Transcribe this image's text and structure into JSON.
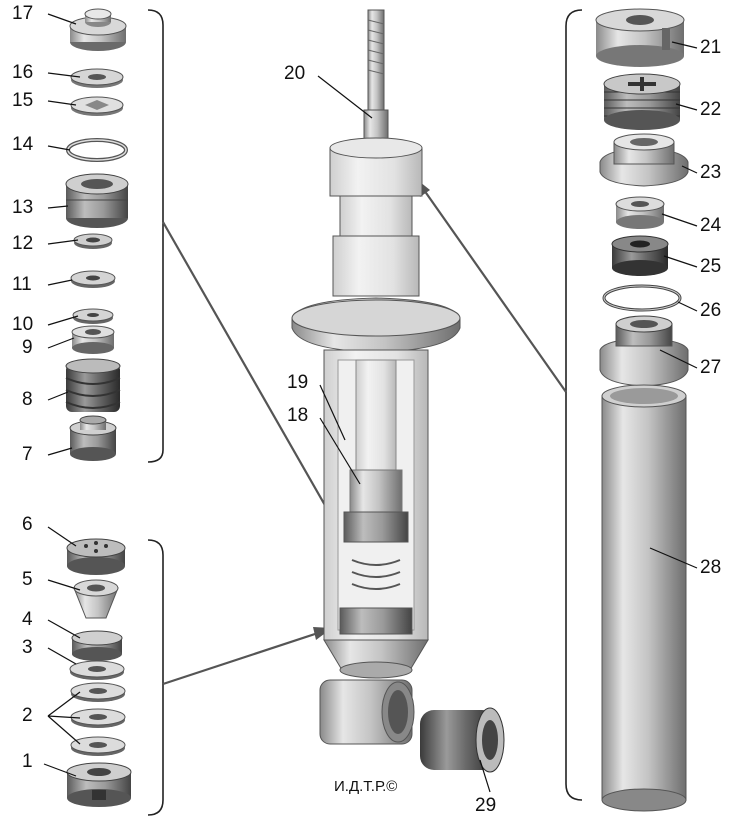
{
  "labels": {
    "p1": "1",
    "p2": "2",
    "p3": "3",
    "p4": "4",
    "p5": "5",
    "p6": "6",
    "p7": "7",
    "p8": "8",
    "p9": "9",
    "p10": "10",
    "p11": "11",
    "p12": "12",
    "p13": "13",
    "p14": "14",
    "p15": "15",
    "p16": "16",
    "p17": "17",
    "p18": "18",
    "p19": "19",
    "p20": "20",
    "p21": "21",
    "p22": "22",
    "p23": "23",
    "p24": "24",
    "p25": "25",
    "p26": "26",
    "p27": "27",
    "p28": "28",
    "p29": "29"
  },
  "credit": "И.Д.Т.Р.©"
}
